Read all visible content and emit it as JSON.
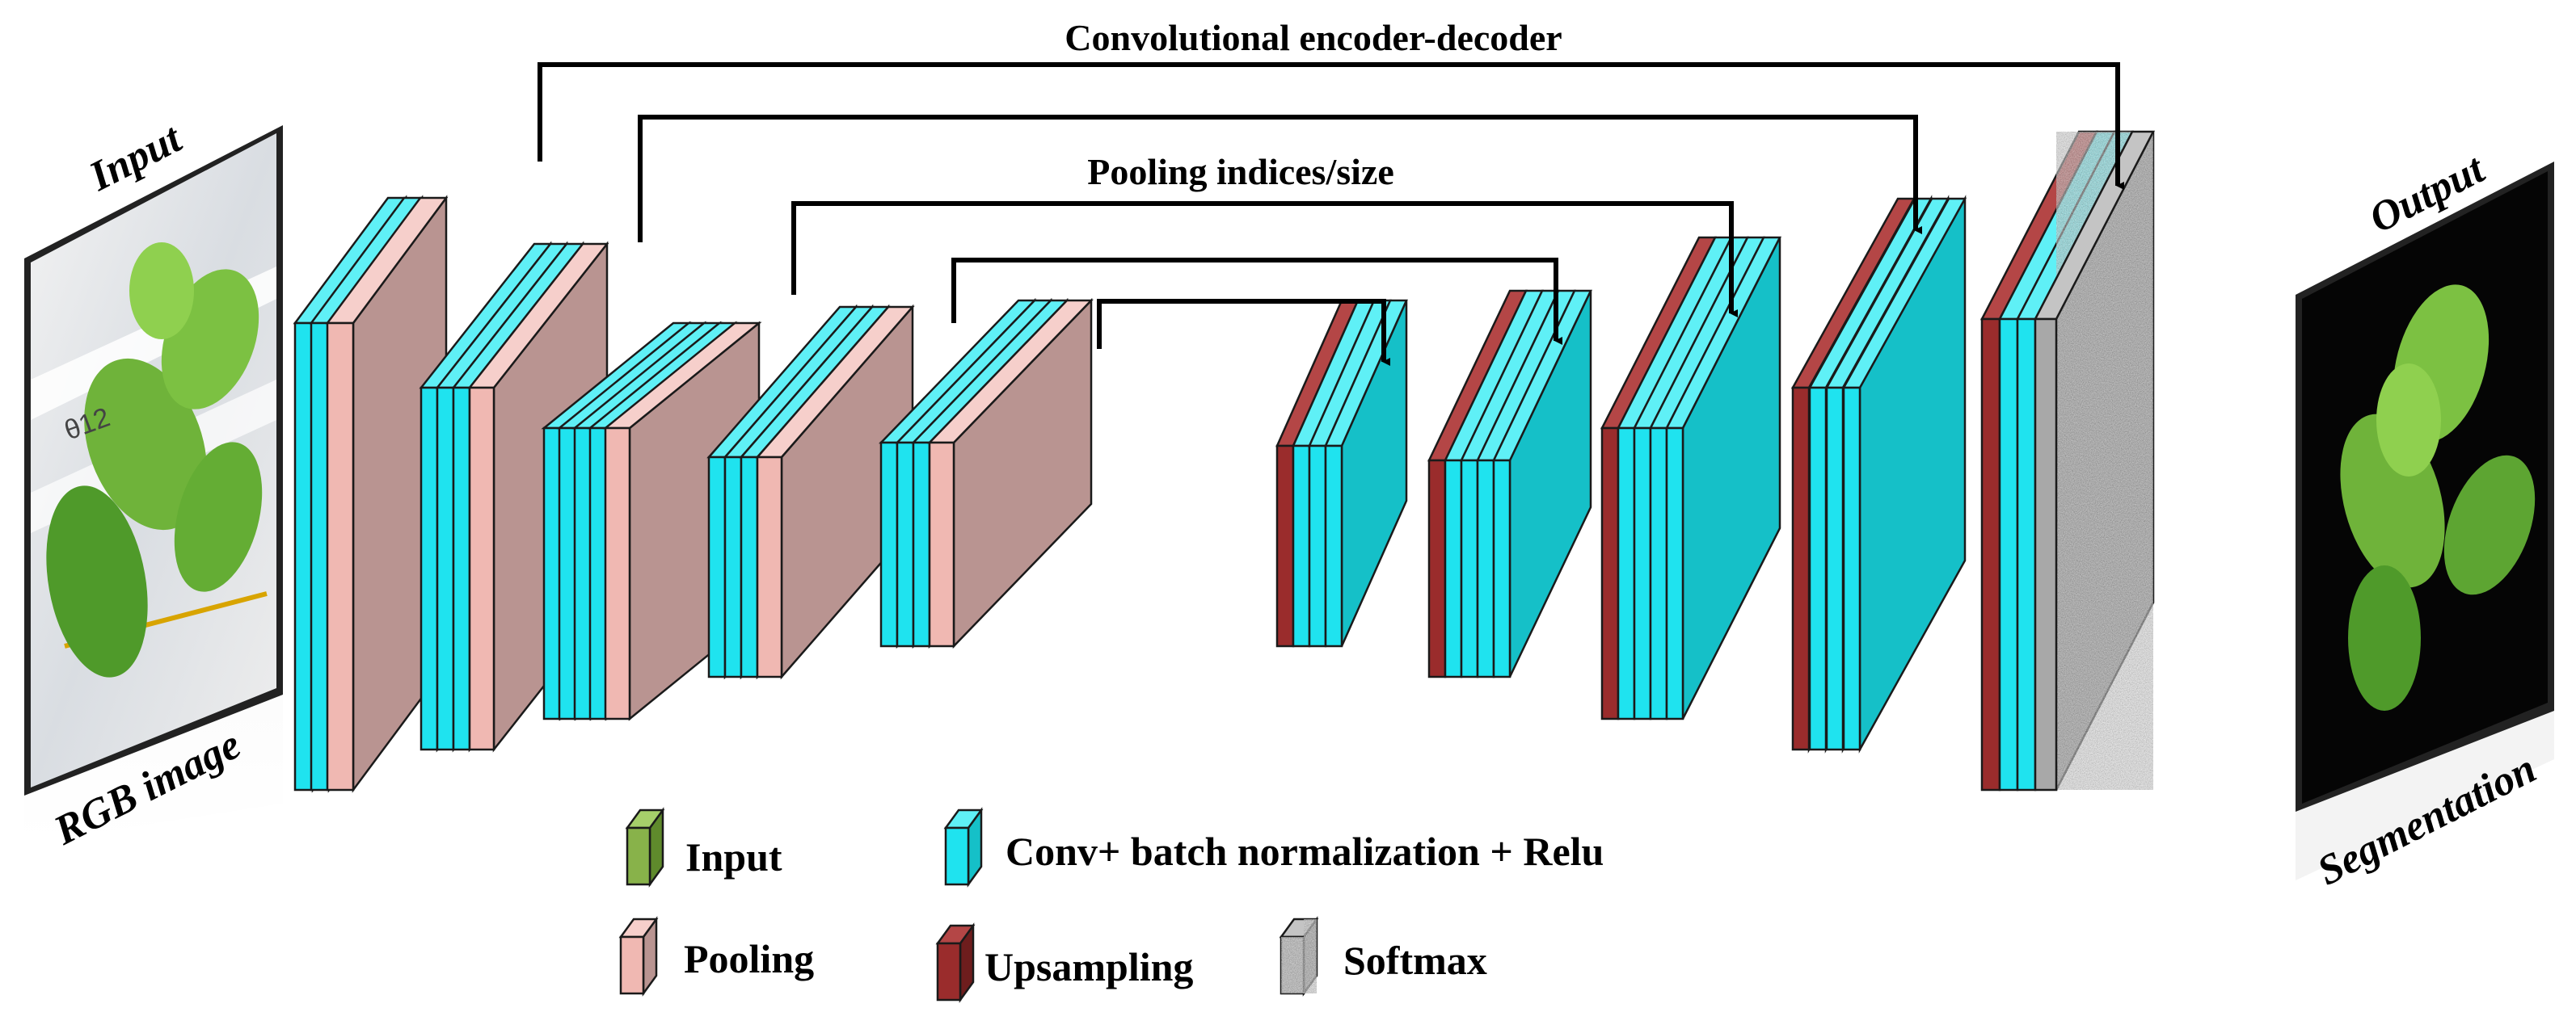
{
  "title_top": "Convolutional encoder-decoder",
  "title_mid": "Pooling indices/size",
  "input_panel": {
    "top_label": "Input",
    "bottom_label": "RGB image",
    "plant_tag": "θ12"
  },
  "output_panel": {
    "top_label": "Output",
    "bottom_label": "Segmentation"
  },
  "legend": {
    "input": "Input",
    "conv": "Conv+ batch normalization + Relu",
    "pooling": "Pooling",
    "upsampling": "Upsampling",
    "softmax": "Softmax"
  },
  "colors": {
    "conv_front": "#1fe3ef",
    "conv_side": "#15c0c8",
    "conv_top": "#5ff0f6",
    "pool_front": "#f0b8b2",
    "pool_side": "#b99491",
    "pool_top": "#f6cfcb",
    "up_front": "#9a2c2c",
    "up_side": "#6e1d1d",
    "up_top": "#b44646",
    "input_front": "#88b24a",
    "softmax": "#9a9a9a",
    "leaf": "#6fb33a",
    "output_bg": "#050505"
  }
}
